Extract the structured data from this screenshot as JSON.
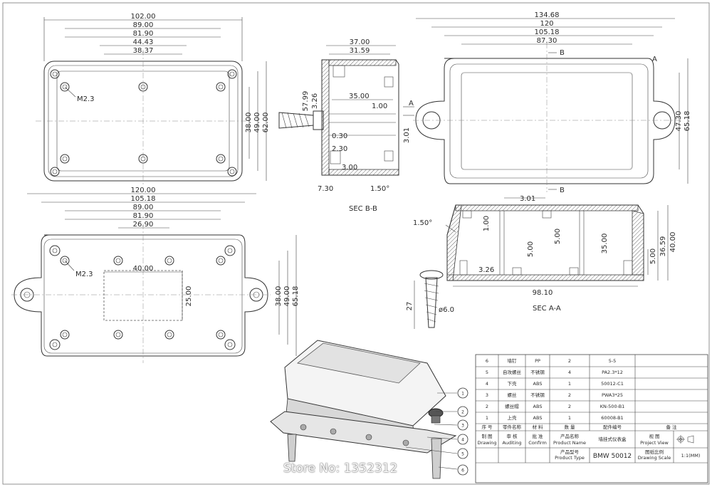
{
  "top_view": {
    "widths": [
      "102.00",
      "89.00",
      "81.90",
      "44.43",
      "38.37"
    ],
    "heights": [
      "38.00",
      "49.00",
      "62.00"
    ],
    "hole_label": "M2.3"
  },
  "sec_bb": {
    "top_dims": [
      "37.00",
      "31.59"
    ],
    "inner": [
      "35.00",
      "1.00",
      "3.01",
      "0.30",
      "2.30",
      "3.00",
      "7.30",
      "1.50°"
    ],
    "vertical": [
      "57.99",
      "3.26"
    ],
    "section_letter": "A",
    "title": "SEC B-B"
  },
  "flange_view": {
    "widths": [
      "134.68",
      "120",
      "105.18",
      "87.30"
    ],
    "heights": [
      "47.30",
      "65.18"
    ],
    "cut_letter_b": "B",
    "cut_letter_a": "A"
  },
  "bottom_view": {
    "widths": [
      "120.00",
      "105.18",
      "89.00",
      "81.90",
      "26.90"
    ],
    "inner_w": "40.00",
    "inner_h": "25.00",
    "heights": [
      "38.00",
      "49.00",
      "65.18"
    ],
    "hole_label": "M2.3"
  },
  "sec_aa": {
    "top": "3.01",
    "angle": "1.50°",
    "inner": [
      "1.00",
      "5.00",
      "5.00",
      "35.00",
      "3.26"
    ],
    "right": [
      "5.00",
      "36.59",
      "40.00"
    ],
    "bottom": "98.10",
    "screw_len": "27",
    "screw_dia": "ø6.0",
    "title": "SEC A-A"
  },
  "callouts": [
    "1",
    "2",
    "3",
    "4",
    "5",
    "6"
  ],
  "bom": {
    "rows": [
      [
        "6",
        "墙钉",
        "PP",
        "2",
        "5-5",
        ""
      ],
      [
        "5",
        "自攻螺丝",
        "不锈钢",
        "4",
        "PA2.3*12",
        ""
      ],
      [
        "4",
        "下壳",
        "ABS",
        "1",
        "50012-C1",
        ""
      ],
      [
        "3",
        "螺丝",
        "不锈钢",
        "2",
        "PWA3*25",
        ""
      ],
      [
        "2",
        "螺丝帽",
        "ABS",
        "2",
        "KN-500-B1",
        ""
      ],
      [
        "1",
        "上壳",
        "ABS",
        "1",
        "60008-B1",
        ""
      ]
    ],
    "header": [
      "序 号",
      "零件名称",
      "材 料",
      "数 量",
      "配件编号",
      "备 注"
    ],
    "sign": [
      [
        "制 图",
        "Drawing"
      ],
      [
        "审 核",
        "Auditing"
      ],
      [
        "批 准",
        "Confirm"
      ],
      [
        "产品名称",
        "Product Name"
      ]
    ],
    "product_name": "墙挂式仪表盒",
    "project_view_cn": "视 图",
    "project_view_en": "Project View",
    "product_type_cn": "产品型号",
    "product_type_en": "Product Type",
    "product_type": "BMW 50012",
    "scale_cn": "图纸比例",
    "scale_en": "Drawing Scale",
    "scale": "1:1(MM)"
  },
  "watermark": "Store No: 1352312"
}
